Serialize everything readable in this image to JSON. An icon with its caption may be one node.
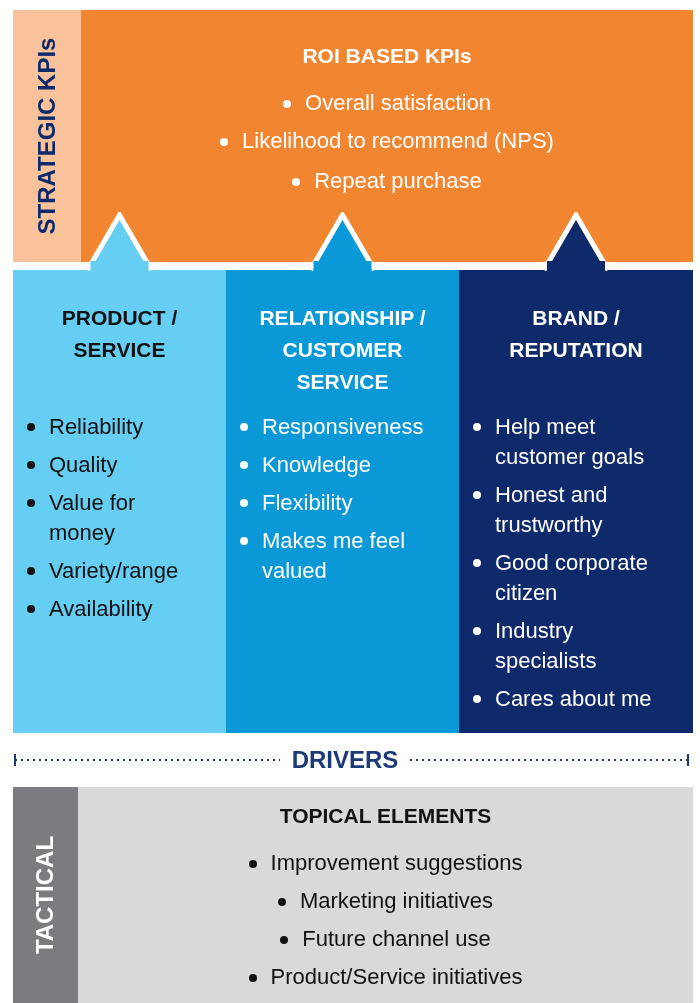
{
  "diagram": {
    "nodes": [
      {
        "text": [
          "STRATEGIC KPIs"
        ]
      },
      {
        "text": [
          "ROI BASED KPIs",
          "Overall satisfaction",
          "Likelihood to recommend (NPS)",
          "Repeat purchase"
        ]
      },
      {
        "text": [
          "PRODUCT / SERVICE",
          "Reliability",
          "Quality",
          "Value for money",
          "Variety/range",
          "Availability"
        ]
      },
      {
        "text": [
          "RELATIONSHIP / CUSTOMER SERVICE",
          "Responsiveness",
          "Knowledge",
          "Flexibility",
          "Makes me feel valued"
        ]
      },
      {
        "text": [
          "BRAND / REPUTATION",
          "Help meet customer goals",
          "Honest and trustworthy",
          "Good corporate citizen",
          "Industry specialists",
          "Cares about me"
        ]
      },
      {
        "text": [
          "TACTICAL"
        ]
      },
      {
        "text": [
          "TOPICAL ELEMENTS",
          "Improvement suggestions",
          "Marketing initiatives",
          "Future channel use",
          "Product/Service initiatives"
        ]
      }
    ],
    "edges": [
      {
        "from": 2,
        "to": 1,
        "arrow": "to",
        "color": "#66cdf3"
      },
      {
        "from": 3,
        "to": 1,
        "arrow": "to",
        "color": "#0a99d6"
      },
      {
        "from": 4,
        "to": 1,
        "arrow": "to",
        "color": "#0f2a6b"
      }
    ],
    "labels": [
      "DRIVERS"
    ]
  }
}
